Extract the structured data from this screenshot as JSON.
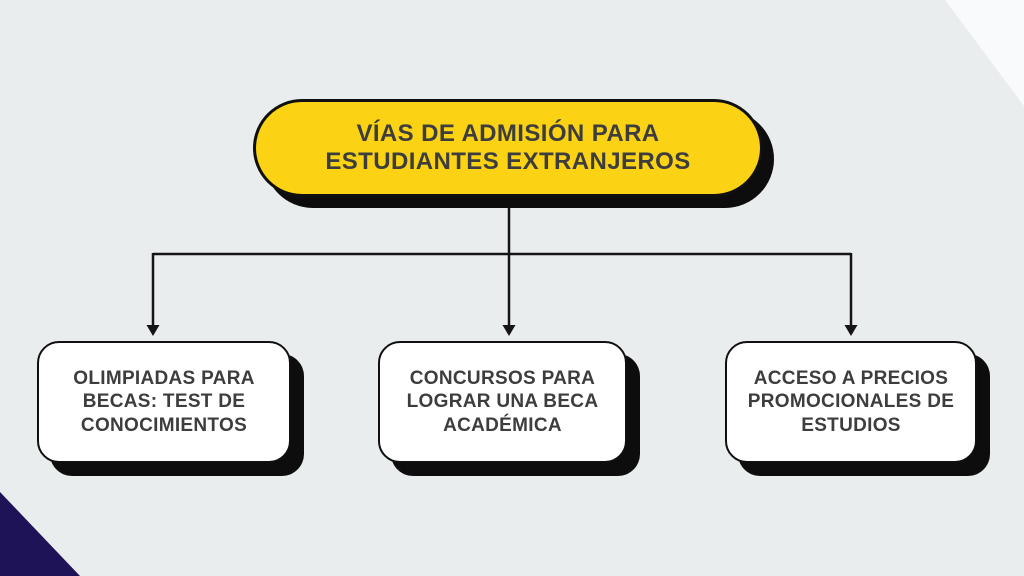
{
  "diagram": {
    "type": "flowchart-tree",
    "root": {
      "id": "vias-de-admision",
      "label": "VÍAS DE ADMISIÓN PARA ESTUDIANTES EXTRANJEROS",
      "label_lines": [
        "VÍAS DE ADMISIÓN PARA",
        "ESTUDIANTES EXTRANJEROS"
      ]
    },
    "children": [
      {
        "id": "olimpiadas",
        "label": "OLIMPIADAS PARA BECAS: TEST DE CONOCIMIENTOS",
        "label_lines": [
          "OLIMPIADAS PARA",
          "BECAS: TEST DE",
          "CONOCIMIENTOS"
        ]
      },
      {
        "id": "concursos",
        "label": "CONCURSOS PARA LOGRAR UNA BECA ACADÉMICA",
        "label_lines": [
          "CONCURSOS PARA",
          "LOGRAR UNA BECA",
          "ACADÉMICA"
        ]
      },
      {
        "id": "precios-promocionales",
        "label": "ACCESO A PRECIOS PROMOCIONALES DE ESTUDIOS",
        "label_lines": [
          "ACCESO A PRECIOS",
          "PROMOCIONALES DE",
          "ESTUDIOS"
        ]
      }
    ],
    "colors": {
      "background": "#E9EDEE",
      "corner_accent_white": "#F8FAFB",
      "corner_accent_navy": "#1E1356",
      "root_fill": "#FBD314",
      "child_fill": "#FFFFFF",
      "outline_and_shadow": "#0D0D0D",
      "connector": "#151515",
      "text": "#3D3D3D"
    }
  }
}
